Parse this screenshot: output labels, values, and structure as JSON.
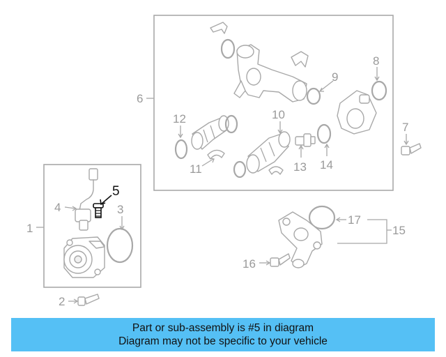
{
  "banner": {
    "line1": "Part or sub-assembly is #5 in diagram",
    "line2": "Diagram may not be specific to your vehicle"
  },
  "callouts": {
    "c1": "1",
    "c2": "2",
    "c3": "3",
    "c4": "4",
    "c5": "5",
    "c6": "6",
    "c7": "7",
    "c8": "8",
    "c9": "9",
    "c10": "10",
    "c11": "11",
    "c12": "12",
    "c13": "13",
    "c14": "14",
    "c15": "15",
    "c16": "16",
    "c17": "17"
  },
  "highlight_color": "#111111",
  "banner_color": "#55c0f5",
  "line_color": "#a8a8a8"
}
